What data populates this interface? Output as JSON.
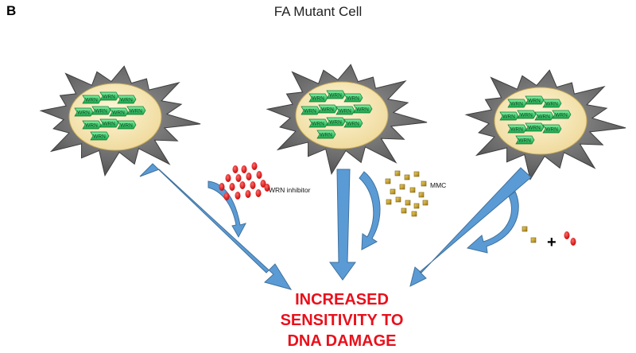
{
  "panel": {
    "letter": "B",
    "title": "FA Mutant Cell"
  },
  "protein_label": "WRN",
  "cells": [
    {
      "protein_count": 11,
      "label": "WRN"
    },
    {
      "protein_count": 11,
      "label": "WRN"
    },
    {
      "protein_count": 11,
      "label": "WRN"
    }
  ],
  "treatments": {
    "wrn_inhibitor": {
      "label": "WRN inhibitor",
      "color": "#dd0a0a"
    },
    "mmc": {
      "label": "MMC",
      "color": "#c9a21e"
    },
    "combination": {
      "plus": "+"
    }
  },
  "outcome": {
    "line1": "INCREASED",
    "line2": "SENSITIVITY TO",
    "line3": "DNA DAMAGE",
    "color": "#e8101b"
  },
  "colors": {
    "cell_body": "#6f6f6f",
    "nucleus": "#f5e7b2",
    "protein": "#2fd06a",
    "arrow": "#5b9bd5"
  }
}
